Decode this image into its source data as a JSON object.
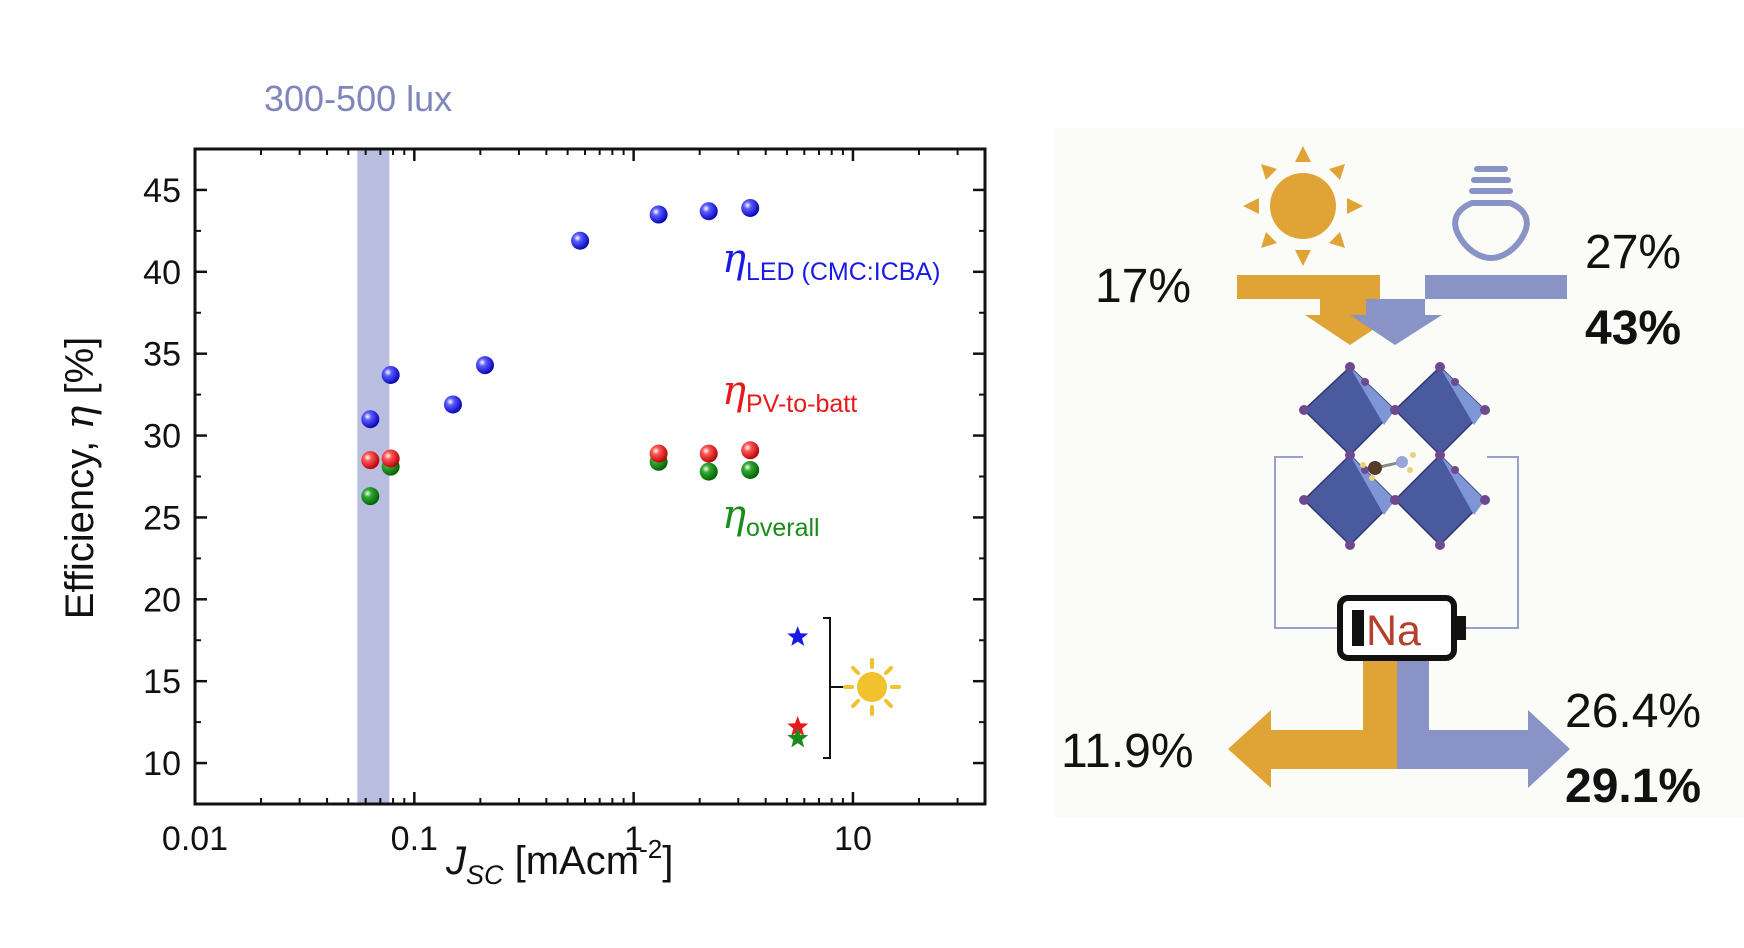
{
  "chart_data": {
    "type": "scatter",
    "xscale": "log",
    "xlim": [
      0.01,
      40
    ],
    "ylim": [
      7.5,
      47.5
    ],
    "xticks": [
      {
        "value": 0.01,
        "label": "0.01"
      },
      {
        "value": 0.1,
        "label": "0.1"
      },
      {
        "value": 1,
        "label": "1"
      },
      {
        "value": 10,
        "label": "10"
      }
    ],
    "yticks": [
      10,
      15,
      20,
      25,
      30,
      35,
      40,
      45
    ],
    "xlabel": {
      "main": "J",
      "sub": "SC",
      "unit": " [mAcm",
      "sup": "-2",
      "close": "]"
    },
    "ylabel": {
      "main": "Efficiency, ",
      "symbol": "η",
      "unit": " [%]"
    },
    "band": {
      "x0": 0.055,
      "x1": 0.077,
      "label": "300-500 lux",
      "color": "#b9bde0",
      "label_color": "#7f86bb"
    },
    "series": [
      {
        "name": "LED (CMC:ICBA)",
        "color": "#1a1ae6",
        "x": [
          0.063,
          0.078,
          0.15,
          0.21,
          0.57,
          1.3,
          2.2,
          3.4
        ],
        "y": [
          31.0,
          33.7,
          31.9,
          34.3,
          41.9,
          43.5,
          43.7,
          43.9
        ]
      },
      {
        "name": "PV-to-batt",
        "color": "#e61a1a",
        "x": [
          0.063,
          0.078,
          1.3,
          2.2,
          3.4
        ],
        "y": [
          28.5,
          28.6,
          28.9,
          28.9,
          29.1
        ]
      },
      {
        "name": "overall",
        "color": "#1a8c1a",
        "x": [
          0.063,
          0.078,
          1.3,
          2.2,
          3.4
        ],
        "y": [
          26.3,
          28.1,
          28.4,
          27.8,
          27.9
        ]
      }
    ],
    "series_labels": [
      {
        "symbol": "η",
        "sub": "LED (CMC:ICBA)",
        "color": "#1a1ae6"
      },
      {
        "symbol": "η",
        "sub": "PV-to-batt",
        "color": "#e61a1a"
      },
      {
        "symbol": "η",
        "sub": "overall",
        "color": "#1a8c1a"
      }
    ],
    "sunlight_points": [
      {
        "x": 5.6,
        "y": 17.7,
        "color": "#1a1ae6"
      },
      {
        "x": 5.6,
        "y": 12.2,
        "color": "#e61a1a"
      },
      {
        "x": 5.6,
        "y": 11.5,
        "color": "#1a8c1a"
      }
    ]
  },
  "diagram": {
    "sun_color": "#e0a436",
    "led_color": "#8a93c6",
    "input_sun_pct": "17%",
    "input_led_pct": "27%",
    "input_led_pct_bold": "43%",
    "battery_label": "Na",
    "battery_text_color": "#b5412c",
    "output_sun_pct": "11.9%",
    "output_led_pct": "26.4%",
    "output_led_pct_bold": "29.1%"
  }
}
